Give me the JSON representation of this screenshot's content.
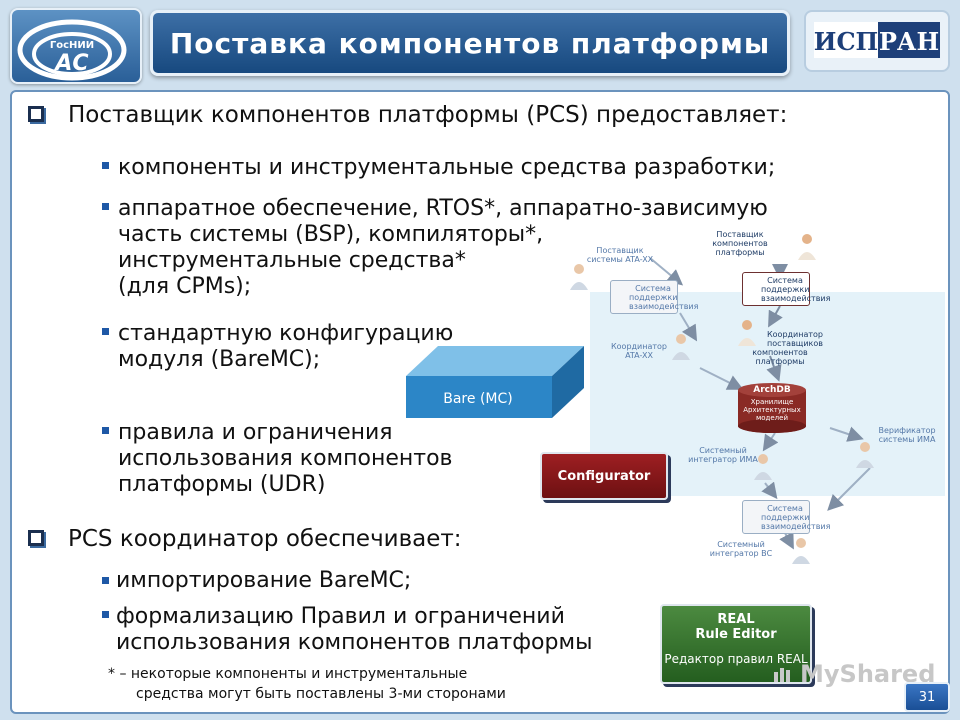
{
  "header": {
    "logo_left_text": "ГосНИИ АС",
    "title": "Поставка компонентов платформы",
    "logo_right_text": "ИСП РАН"
  },
  "main": {
    "section1": {
      "heading": "Поставщик компонентов платформы (PCS) предоставляет:",
      "items": [
        {
          "lines": [
            "компоненты и инструментальные средства разработки;"
          ]
        },
        {
          "lines": [
            "аппаратное обеспечение, RTOS*, аппаратно-зависимую",
            "часть системы (BSP), компиляторы*,",
            "инструментальные средства*",
            "(для CPMs);"
          ]
        },
        {
          "lines": [
            "стандартную конфигурацию",
            "модуля (BareMC);"
          ]
        },
        {
          "lines": [
            "правила и ограничения",
            "использования компонентов",
            "платформы (UDR)"
          ]
        }
      ]
    },
    "section2": {
      "heading": "PCS координатор обеспечивает:",
      "items": [
        {
          "lines": [
            "импортирование BareMC;"
          ]
        },
        {
          "lines": [
            "формализацию Правил и ограничений",
            "использования компонентов платформы"
          ]
        }
      ]
    },
    "footnote": [
      "* – некоторые компоненты и инструментальные",
      "средства могут быть поставлены 3-ми сторонами"
    ]
  },
  "diagram": {
    "bare_box": "Bare (MC)",
    "configurator": "Configurator",
    "real_editor": {
      "line1": "REAL",
      "line2": "Rule Editor",
      "line3": "Редактор правил REAL"
    },
    "labels": {
      "supplier_ata": [
        "Поставщик",
        "системы ATA-XX"
      ],
      "supplier_platform": [
        "Поставщик",
        "компонентов",
        "платформы"
      ],
      "support_system_1": [
        "Система",
        "поддержки",
        "взаимодействия"
      ],
      "support_system_2": [
        "Система",
        "поддержки",
        "взаимодействия"
      ],
      "support_system_3": [
        "Система",
        "поддержки",
        "взаимодействия"
      ],
      "coordinator_ata": [
        "Координатор",
        "ATA-XX"
      ],
      "coordinator_platform": [
        "Координатор",
        "поставщиков",
        "компонентов платформы"
      ],
      "archdb_title": "ArchDB",
      "archdb_sub": [
        "Хранилище",
        "Архитектурных",
        "моделей"
      ],
      "verifier": [
        "Верификатор",
        "системы ИМА"
      ],
      "integrator_ima": [
        "Системный",
        "интегратор ИМА"
      ],
      "integrator_bc": [
        "Системный",
        "интегратор ВС"
      ]
    }
  },
  "watermark": "MyShared",
  "page_number": "31",
  "colors": {
    "title_bar": "#1f4f86",
    "panel_border": "#6b93bd",
    "bullet": "#1e58a6",
    "bare_box": "#2c7fbe",
    "configurator": "#8e1a1d",
    "real_editor": "#3a7a32"
  }
}
